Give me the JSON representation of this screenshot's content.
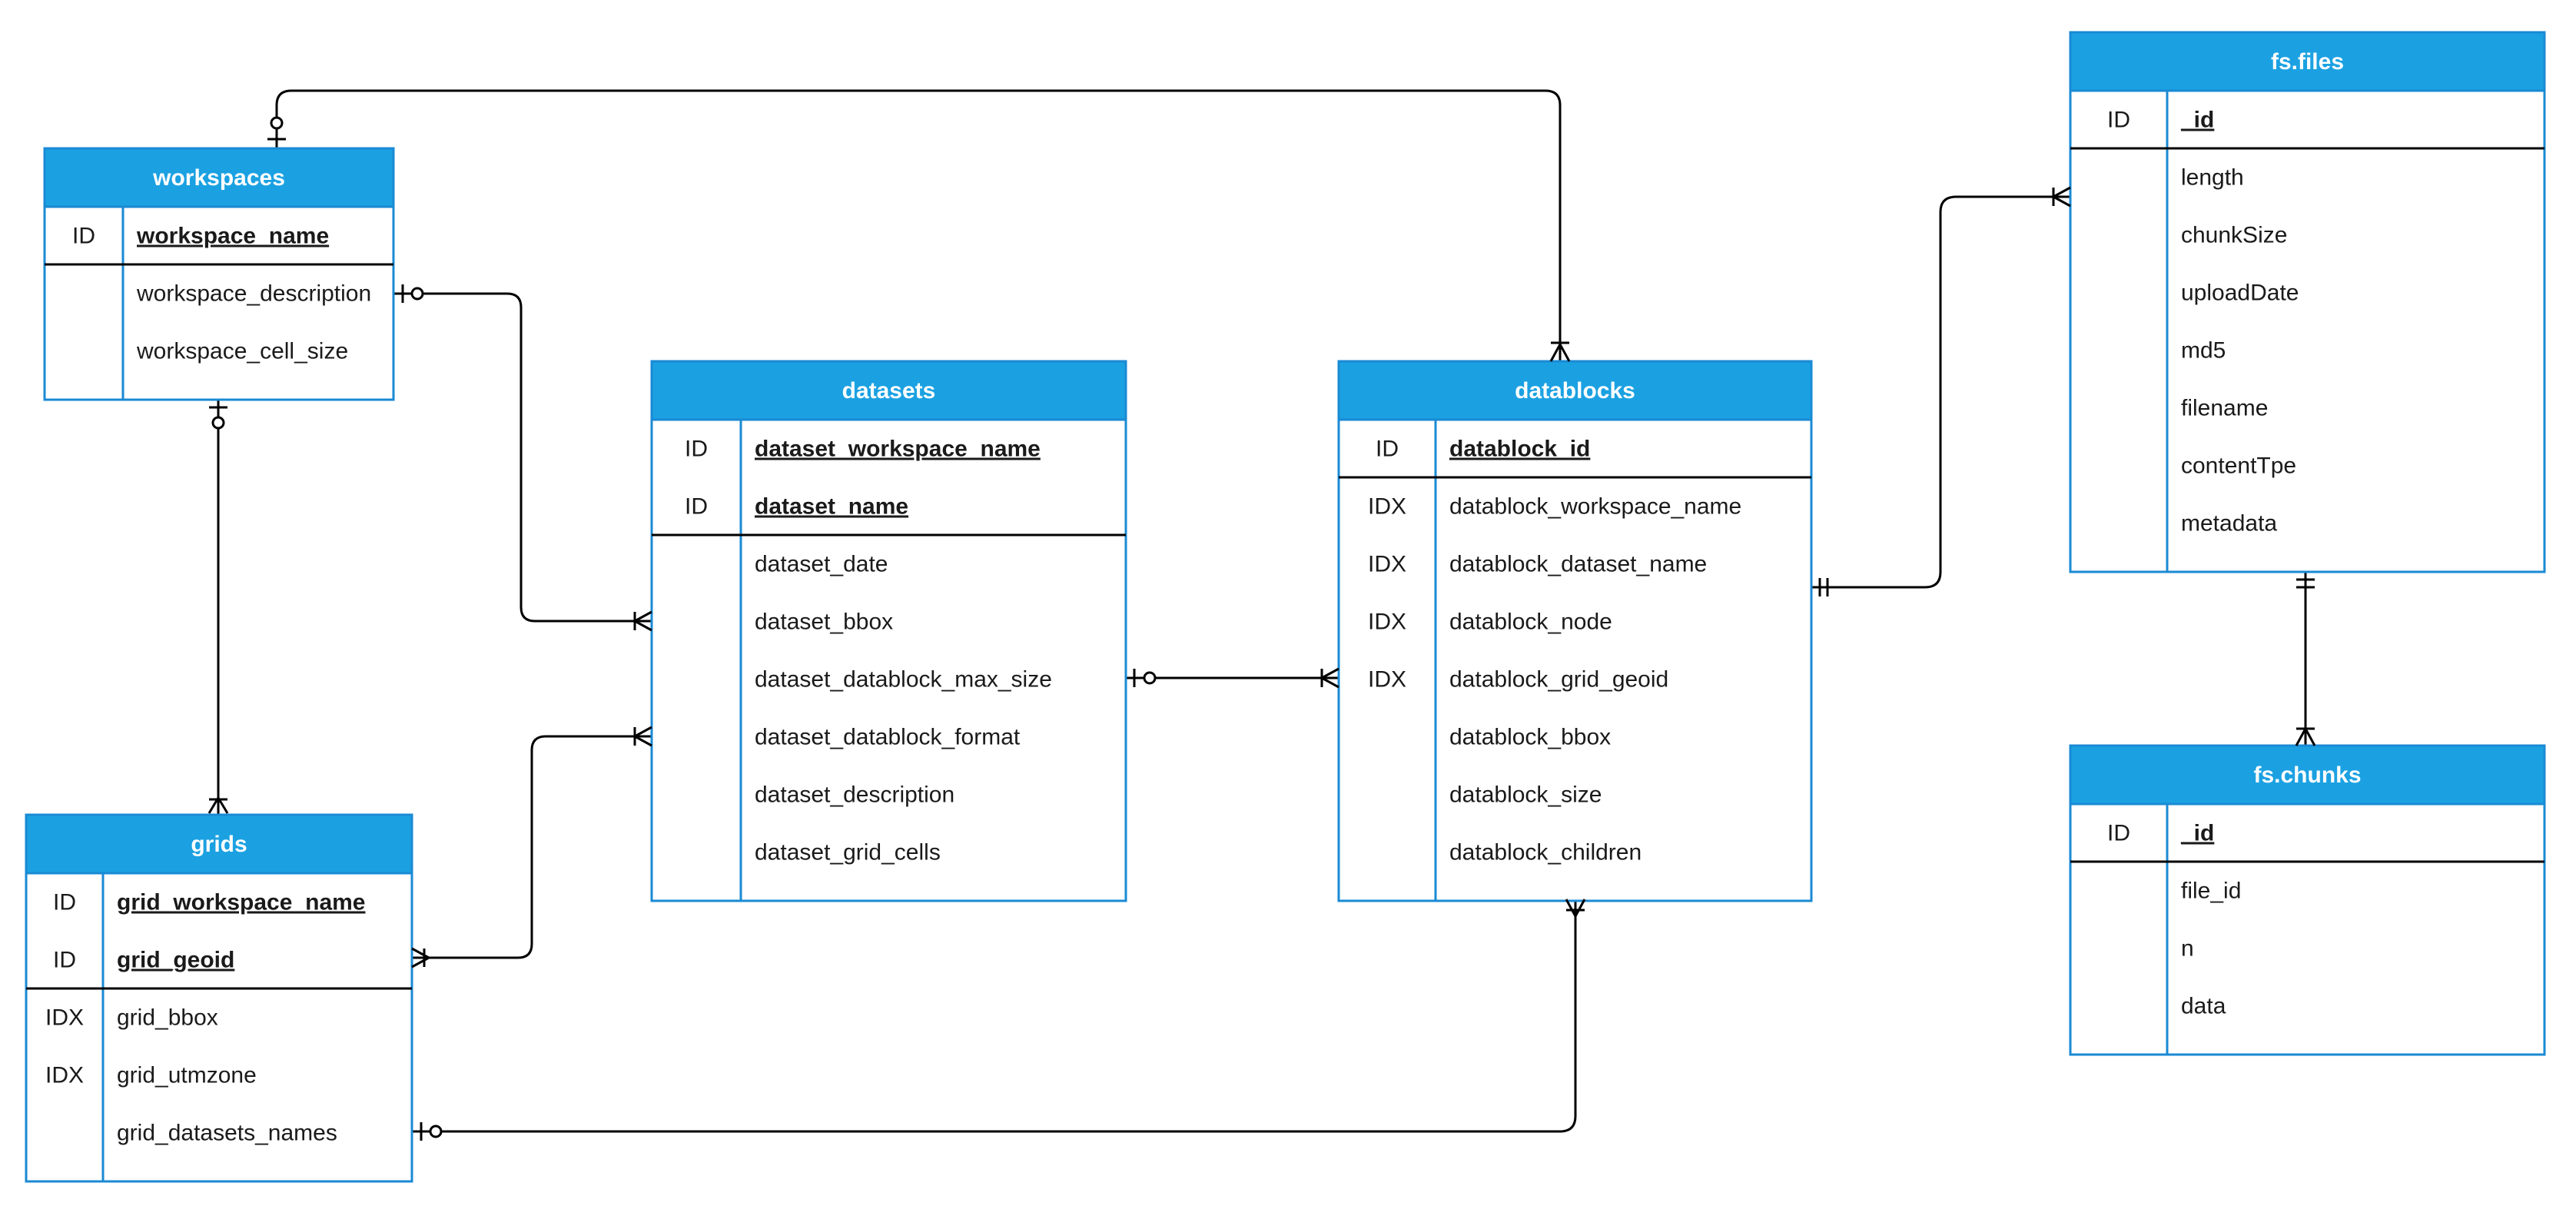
{
  "tables": {
    "workspaces": {
      "title": "workspaces",
      "rows": [
        {
          "key": "ID",
          "field": "workspace_name"
        },
        {
          "key": "",
          "field": "workspace_description"
        },
        {
          "key": "",
          "field": "workspace_cell_size"
        }
      ]
    },
    "grids": {
      "title": "grids",
      "rows": [
        {
          "key": "ID",
          "field": "grid_workspace_name"
        },
        {
          "key": "ID",
          "field": "grid_geoid"
        },
        {
          "key": "IDX",
          "field": "grid_bbox"
        },
        {
          "key": "IDX",
          "field": "grid_utmzone"
        },
        {
          "key": "",
          "field": "grid_datasets_names"
        }
      ]
    },
    "datasets": {
      "title": "datasets",
      "rows": [
        {
          "key": "ID",
          "field": "dataset_workspace_name"
        },
        {
          "key": "ID",
          "field": "dataset_name"
        },
        {
          "key": "",
          "field": "dataset_date"
        },
        {
          "key": "",
          "field": "dataset_bbox"
        },
        {
          "key": "",
          "field": "dataset_datablock_max_size"
        },
        {
          "key": "",
          "field": "dataset_datablock_format"
        },
        {
          "key": "",
          "field": "dataset_description"
        },
        {
          "key": "",
          "field": "dataset_grid_cells"
        }
      ]
    },
    "datablocks": {
      "title": "datablocks",
      "rows": [
        {
          "key": "ID",
          "field": "datablock_id"
        },
        {
          "key": "IDX",
          "field": "datablock_workspace_name"
        },
        {
          "key": "IDX",
          "field": "datablock_dataset_name"
        },
        {
          "key": "IDX",
          "field": "datablock_node"
        },
        {
          "key": "IDX",
          "field": "datablock_grid_geoid"
        },
        {
          "key": "",
          "field": "datablock_bbox"
        },
        {
          "key": "",
          "field": "datablock_size"
        },
        {
          "key": "",
          "field": "datablock_children"
        }
      ]
    },
    "fs_files": {
      "title": "fs.files",
      "rows": [
        {
          "key": "ID",
          "field": "_id"
        },
        {
          "key": "",
          "field": "length"
        },
        {
          "key": "",
          "field": "chunkSize"
        },
        {
          "key": "",
          "field": "uploadDate"
        },
        {
          "key": "",
          "field": "md5"
        },
        {
          "key": "",
          "field": "filename"
        },
        {
          "key": "",
          "field": "contentTpe"
        },
        {
          "key": "",
          "field": "metadata"
        }
      ]
    },
    "fs_chunks": {
      "title": "fs.chunks",
      "rows": [
        {
          "key": "ID",
          "field": "_id"
        },
        {
          "key": "",
          "field": "file_id"
        },
        {
          "key": "",
          "field": "n"
        },
        {
          "key": "",
          "field": "data"
        }
      ]
    }
  }
}
